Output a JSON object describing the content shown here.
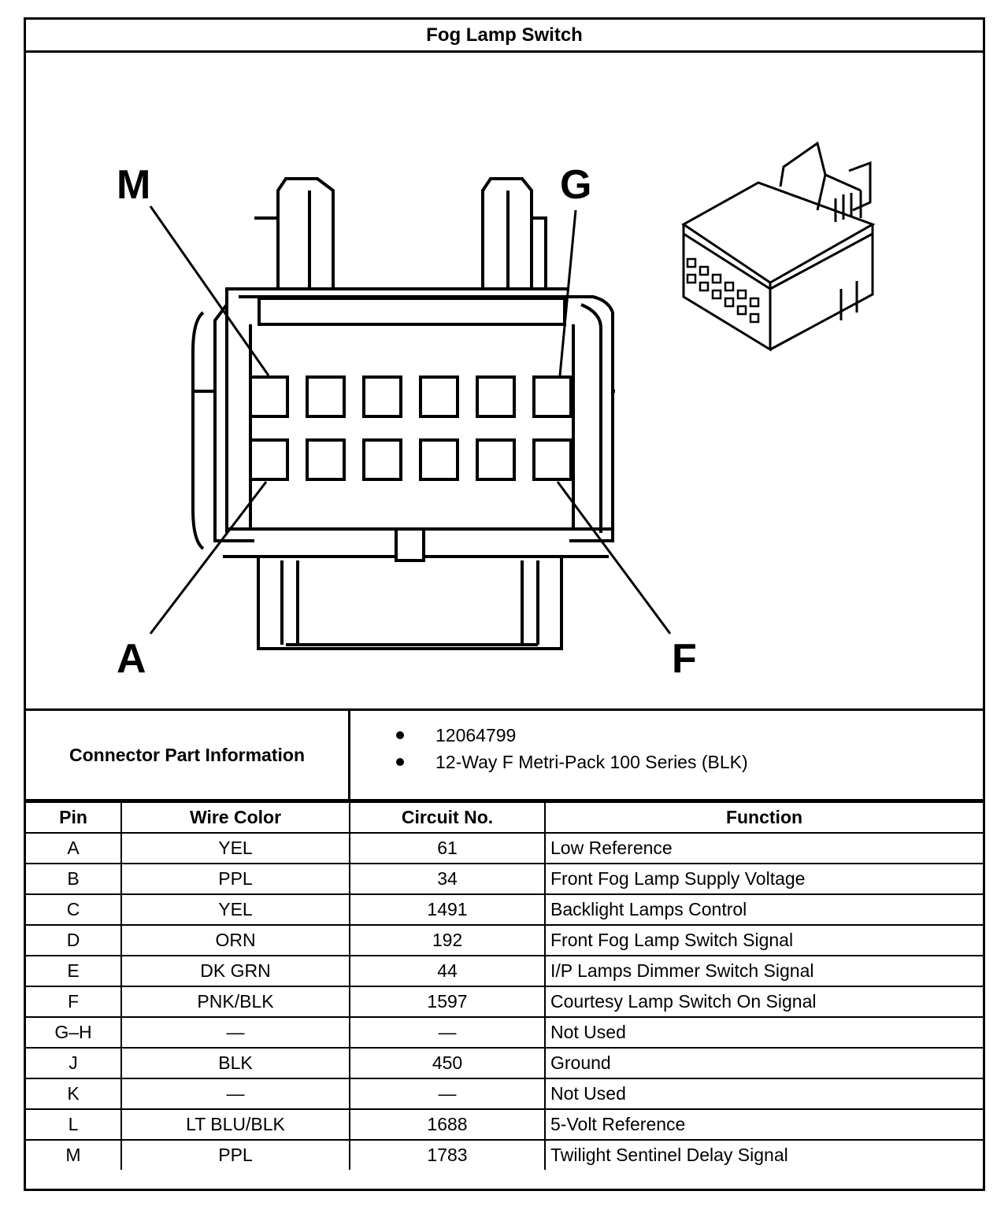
{
  "title": "Fog Lamp Switch",
  "diagram": {
    "labels": {
      "top_left": "M",
      "top_right": "G",
      "bottom_left": "A",
      "bottom_right": "F"
    }
  },
  "connector_info": {
    "label": "Connector Part Information",
    "items": [
      "12064799",
      "12-Way F Metri-Pack 100 Series (BLK)"
    ]
  },
  "table": {
    "headers": [
      "Pin",
      "Wire Color",
      "Circuit No.",
      "Function"
    ],
    "rows": [
      [
        "A",
        "YEL",
        "61",
        "Low Reference"
      ],
      [
        "B",
        "PPL",
        "34",
        "Front Fog Lamp Supply Voltage"
      ],
      [
        "C",
        "YEL",
        "1491",
        "Backlight Lamps Control"
      ],
      [
        "D",
        "ORN",
        "192",
        "Front Fog Lamp Switch Signal"
      ],
      [
        "E",
        "DK GRN",
        "44",
        "I/P Lamps Dimmer Switch Signal"
      ],
      [
        "F",
        "PNK/BLK",
        "1597",
        "Courtesy Lamp Switch On Signal"
      ],
      [
        "G–H",
        "—",
        "—",
        "Not Used"
      ],
      [
        "J",
        "BLK",
        "450",
        "Ground"
      ],
      [
        "K",
        "—",
        "—",
        "Not Used"
      ],
      [
        "L",
        "LT BLU/BLK",
        "1688",
        "5-Volt Reference"
      ],
      [
        "M",
        "PPL",
        "1783",
        "Twilight Sentinel Delay Signal"
      ]
    ]
  }
}
